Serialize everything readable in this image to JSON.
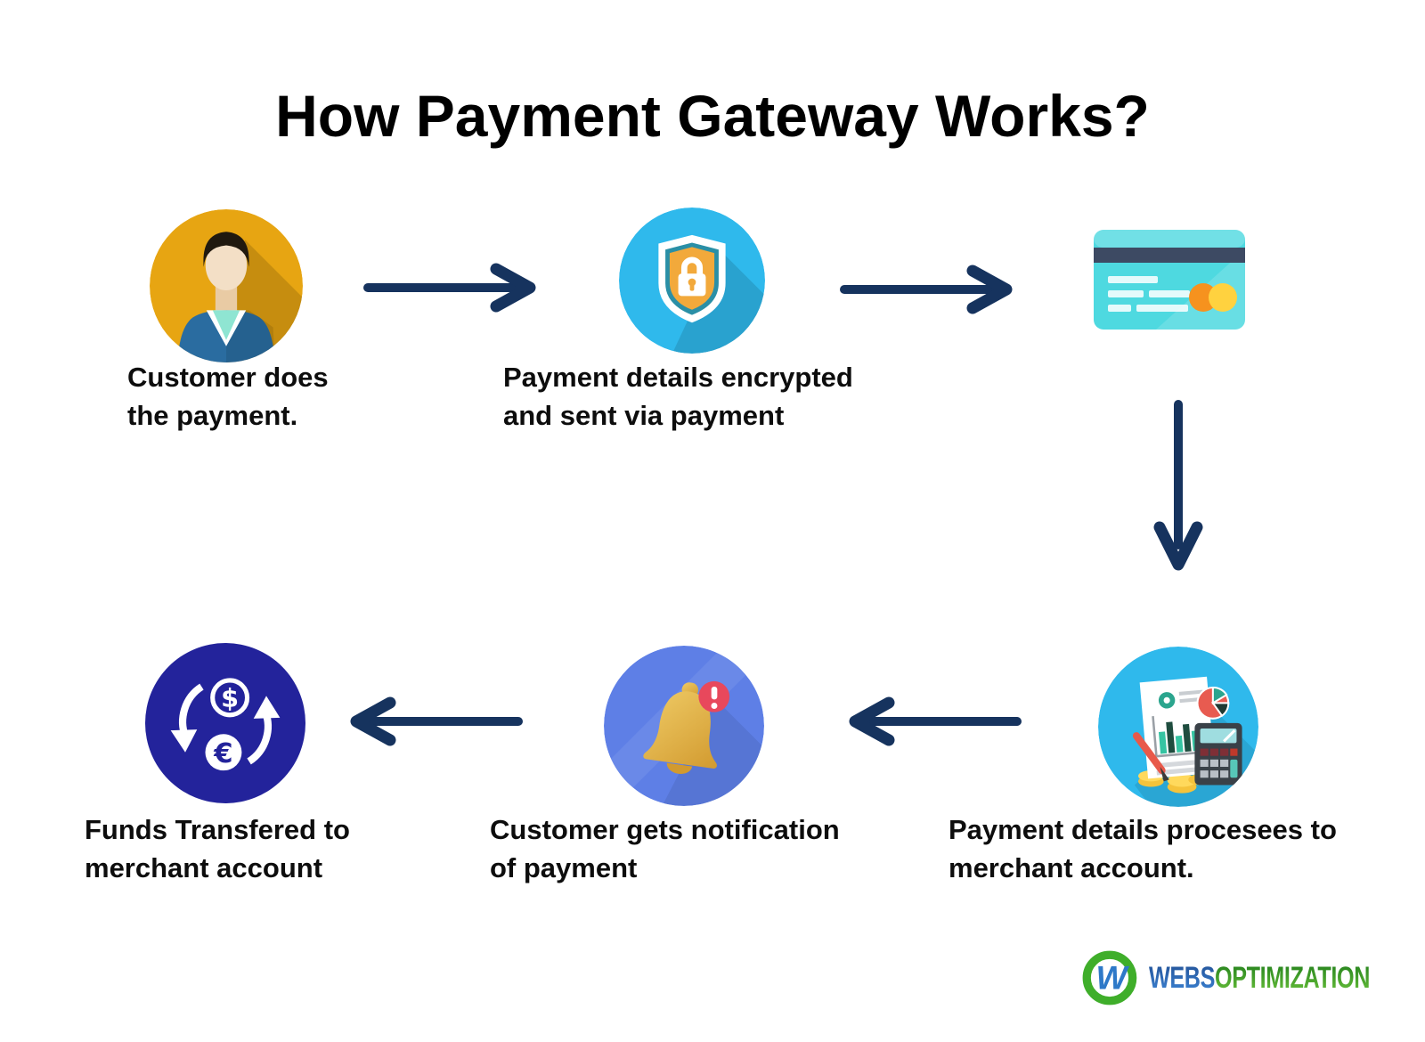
{
  "title": "How Payment Gateway Works?",
  "steps": [
    {
      "id": "customer",
      "icon": "person-icon",
      "label": "Customer does\nthe payment."
    },
    {
      "id": "encryption",
      "icon": "shield-lock-icon",
      "label": "Payment details encrypted\nand sent via payment"
    },
    {
      "id": "card",
      "icon": "credit-card-icon",
      "label": ""
    },
    {
      "id": "processing",
      "icon": "accounting-calculator-icon",
      "label": "Payment details procesees to\nmerchant account."
    },
    {
      "id": "notification",
      "icon": "bell-alert-icon",
      "label": "Customer gets notification\nof payment"
    },
    {
      "id": "funds",
      "icon": "currency-exchange-icon",
      "label": "Funds Transfered to\nmerchant account"
    }
  ],
  "logo": {
    "brand_first": "WEBS",
    "brand_second": "OPTIMIZATION"
  },
  "currency_symbols": {
    "dollar": "$",
    "euro": "€",
    "alert": "!"
  },
  "logo_monogram": "W",
  "colors": {
    "title_text": "#000000",
    "label_text": "#0D0D0D",
    "arrow": "#16335E",
    "gold_circle": "#E7A512",
    "sky_circle": "#2FB9EC",
    "bell_circle": "#5E7FE6",
    "indigo_circle": "#23239B",
    "shield_orange": "#F2A93B",
    "card_teal": "#4ED9E0",
    "card_stripe": "#3D4A63",
    "badge_red": "#E8485C",
    "logo_blue": "#2C66B5",
    "logo_green": "#35A82B"
  }
}
